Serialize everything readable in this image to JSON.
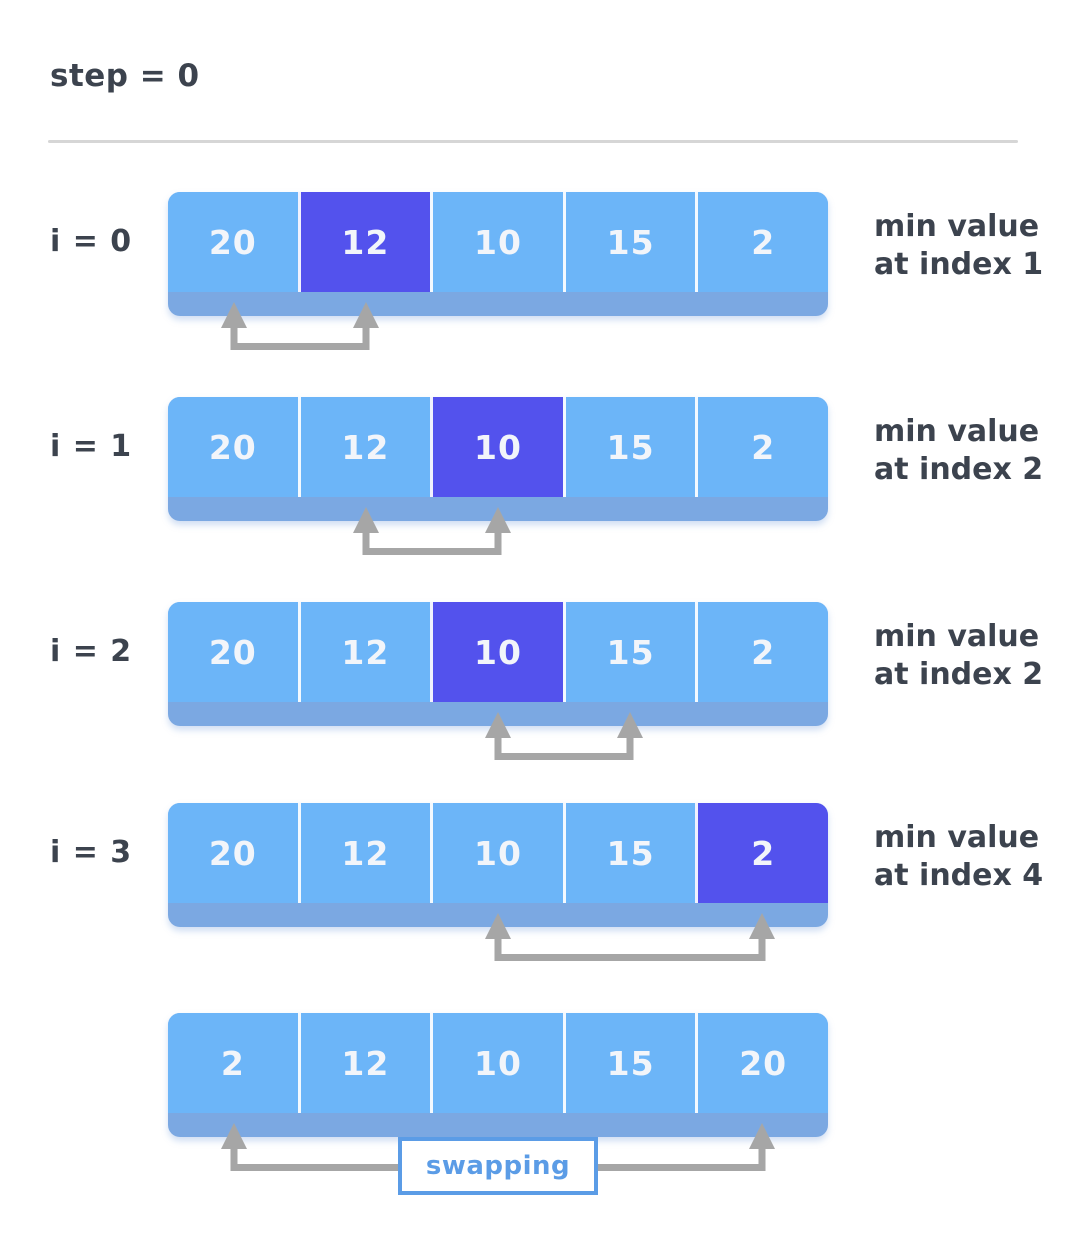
{
  "title": "step = 0",
  "colors": {
    "cell_blue": "#6cb5f8",
    "highlight_purple": "#5352ed",
    "bar_base_blue": "#7ba8e2",
    "arrow_gray": "#a6a6a6",
    "text_dark": "#3c434e",
    "swap_blue": "#5b9ce6",
    "cell_text": "#f2f5fa",
    "separator_gray": "#d6d6d6"
  },
  "rows": [
    {
      "label": "i = 0",
      "values": [
        "20",
        "12",
        "10",
        "15",
        "2"
      ],
      "highlight_index": 1,
      "note": [
        "min value",
        "at index 1"
      ],
      "arrow": {
        "from": 0,
        "to": 1
      }
    },
    {
      "label": "i = 1",
      "values": [
        "20",
        "12",
        "10",
        "15",
        "2"
      ],
      "highlight_index": 2,
      "note": [
        "min value",
        "at index 2"
      ],
      "arrow": {
        "from": 1,
        "to": 2
      }
    },
    {
      "label": "i = 2",
      "values": [
        "20",
        "12",
        "10",
        "15",
        "2"
      ],
      "highlight_index": 2,
      "note": [
        "min value",
        "at index 2"
      ],
      "arrow": {
        "from": 2,
        "to": 3
      }
    },
    {
      "label": "i = 3",
      "values": [
        "20",
        "12",
        "10",
        "15",
        "2"
      ],
      "highlight_index": 4,
      "note": [
        "min value",
        "at index 4"
      ],
      "arrow": {
        "from": 2,
        "to": 4
      }
    },
    {
      "label": null,
      "values": [
        "2",
        "12",
        "10",
        "15",
        "20"
      ],
      "highlight_index": null,
      "note": null,
      "arrow": {
        "from": 0,
        "to": 4
      },
      "swap_label": "swapping"
    }
  ]
}
